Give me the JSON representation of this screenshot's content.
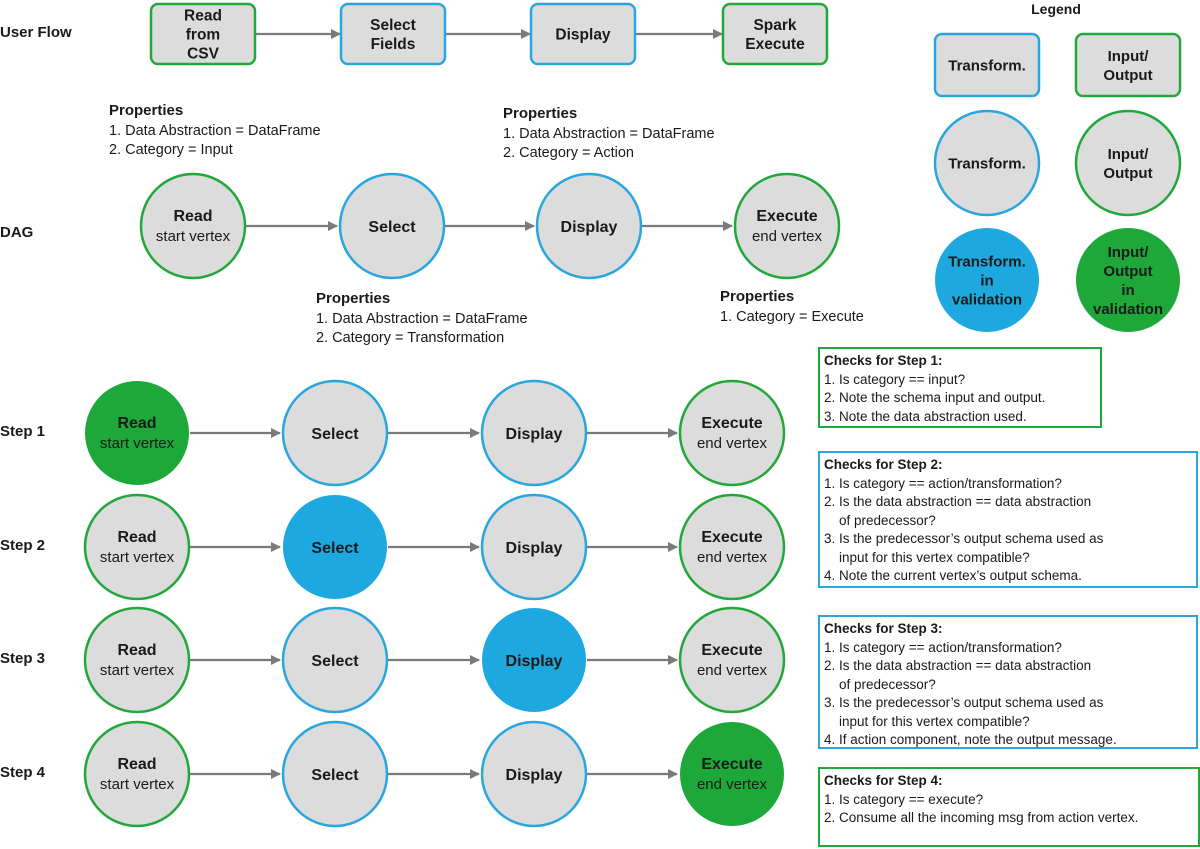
{
  "colors": {
    "green": "#22a83a",
    "blue": "#2aa6df",
    "grey_fill": "#dcdcdc",
    "green_fill": "#1ea83a",
    "blue_fill": "#1ea8e0",
    "arrow": "#7a7a7a"
  },
  "user_flow": {
    "label": "User Flow",
    "boxes": [
      {
        "lines": [
          "Read",
          "from",
          "CSV"
        ],
        "kind": "io"
      },
      {
        "lines": [
          "Select",
          "Fields"
        ],
        "kind": "transform"
      },
      {
        "lines": [
          "Display"
        ],
        "kind": "transform"
      },
      {
        "lines": [
          "Spark",
          "Execute"
        ],
        "kind": "io"
      }
    ]
  },
  "legend": {
    "title": "Legend",
    "items": [
      {
        "shape": "box",
        "kind": "transform",
        "fill": "grey",
        "lines": [
          "Transform."
        ]
      },
      {
        "shape": "box",
        "kind": "io",
        "fill": "grey",
        "lines": [
          "Input/",
          "Output"
        ]
      },
      {
        "shape": "circle",
        "kind": "transform",
        "fill": "grey",
        "lines": [
          "Transform."
        ]
      },
      {
        "shape": "circle",
        "kind": "io",
        "fill": "grey",
        "lines": [
          "Input/",
          "Output"
        ]
      },
      {
        "shape": "circle",
        "kind": "transform",
        "fill": "active",
        "lines": [
          "Transform.",
          "in",
          "validation"
        ]
      },
      {
        "shape": "circle",
        "kind": "io",
        "fill": "active",
        "lines": [
          "Input/",
          "Output",
          "in",
          "validation"
        ]
      }
    ]
  },
  "dag": {
    "label": "DAG",
    "nodes": [
      {
        "title": "Read",
        "sub": "start vertex",
        "kind": "io"
      },
      {
        "title": "Select",
        "sub": "",
        "kind": "transform"
      },
      {
        "title": "Display",
        "sub": "",
        "kind": "transform"
      },
      {
        "title": "Execute",
        "sub": "end vertex",
        "kind": "io"
      }
    ],
    "properties": [
      {
        "title": "Properties",
        "lines": [
          "1. Data Abstraction = DataFrame",
          "2. Category = Input"
        ]
      },
      {
        "title": "Properties",
        "lines": [
          "1. Data Abstraction = DataFrame",
          "2. Category = Transformation"
        ]
      },
      {
        "title": "Properties",
        "lines": [
          "1. Data Abstraction = DataFrame",
          "2. Category = Action"
        ]
      },
      {
        "title": "Properties",
        "lines": [
          "1. Category = Execute"
        ]
      }
    ]
  },
  "steps": [
    {
      "label": "Step 1",
      "active": 0
    },
    {
      "label": "Step 2",
      "active": 1
    },
    {
      "label": "Step 3",
      "active": 2
    },
    {
      "label": "Step 4",
      "active": 3
    }
  ],
  "checks": [
    {
      "kind": "io",
      "title": "Checks for Step 1:",
      "lines": [
        "1. Is category == input?",
        "2. Note the schema input and output.",
        "3. Note the data abstraction used."
      ]
    },
    {
      "kind": "transform",
      "title": "Checks for Step 2:",
      "lines": [
        "1. Is category == action/transformation?",
        "2. Is the data abstraction == data abstraction",
        "    of predecessor?",
        "3. Is the predecessor’s output schema used as",
        "    input for this vertex compatible?",
        "4. Note the current vertex’s output schema."
      ]
    },
    {
      "kind": "transform",
      "title": "Checks for Step 3:",
      "lines": [
        "1. Is category == action/transformation?",
        "2. Is the data abstraction == data abstraction",
        "    of predecessor?",
        "3. Is the predecessor’s output schema used as",
        "    input for this vertex compatible?",
        "4. If action component, note the output message."
      ]
    },
    {
      "kind": "io",
      "title": "Checks for Step 4:",
      "lines": [
        "1. Is category == execute?",
        "2. Consume all the incoming msg from action vertex."
      ]
    }
  ]
}
